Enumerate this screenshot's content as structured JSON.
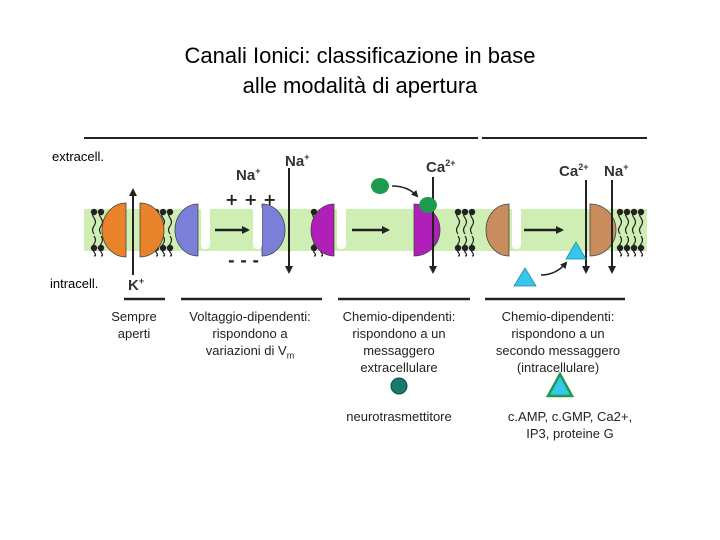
{
  "title": {
    "line1": "Canali Ionici: classificazione in base",
    "line2": "alle modalità di apertura"
  },
  "labels": {
    "extracell": "extracell.",
    "intracell": "intracell."
  },
  "ions": {
    "na_top": "Na",
    "na_top_sup": "+",
    "na_mid": "Na",
    "na_mid_sup": "+",
    "ca": "Ca",
    "ca_sup": "2+",
    "ca_right": "Ca",
    "ca_right_sup": "2+",
    "na_right": "Na",
    "na_right_sup": "+",
    "k": "K",
    "k_sup": "+",
    "plus_signs": "+ + +",
    "minus_signs": "- - -"
  },
  "captions": {
    "sempre": "Sempre aperti",
    "voltaggio_line1": "Voltaggio-dipendenti:",
    "voltaggio_line2": "rispondono a",
    "voltaggio_line3": "variazioni di V",
    "voltaggio_sub": "m",
    "chemio_extra": "Chemio-dipendenti: rispondono a un messaggero extracellulare",
    "chemio_intra": "Chemio-dipendenti: rispondono a un secondo messaggero (intracellulare)"
  },
  "legend": {
    "neurotrasmettitore": "neurotrasmettitore",
    "secondi_messaggeri": "c.AMP, c.GMP, Ca2+, IP3, proteine G"
  },
  "colors": {
    "membrane": "#cfeeb4",
    "orange_channel": "#e8832a",
    "blue_channel": "#7b7fd8",
    "purple_channel": "#b01fb8",
    "tan_channel": "#c98c5c",
    "ligand_green": "#1e9a4e",
    "ligand_cyan": "#36c6ea"
  }
}
